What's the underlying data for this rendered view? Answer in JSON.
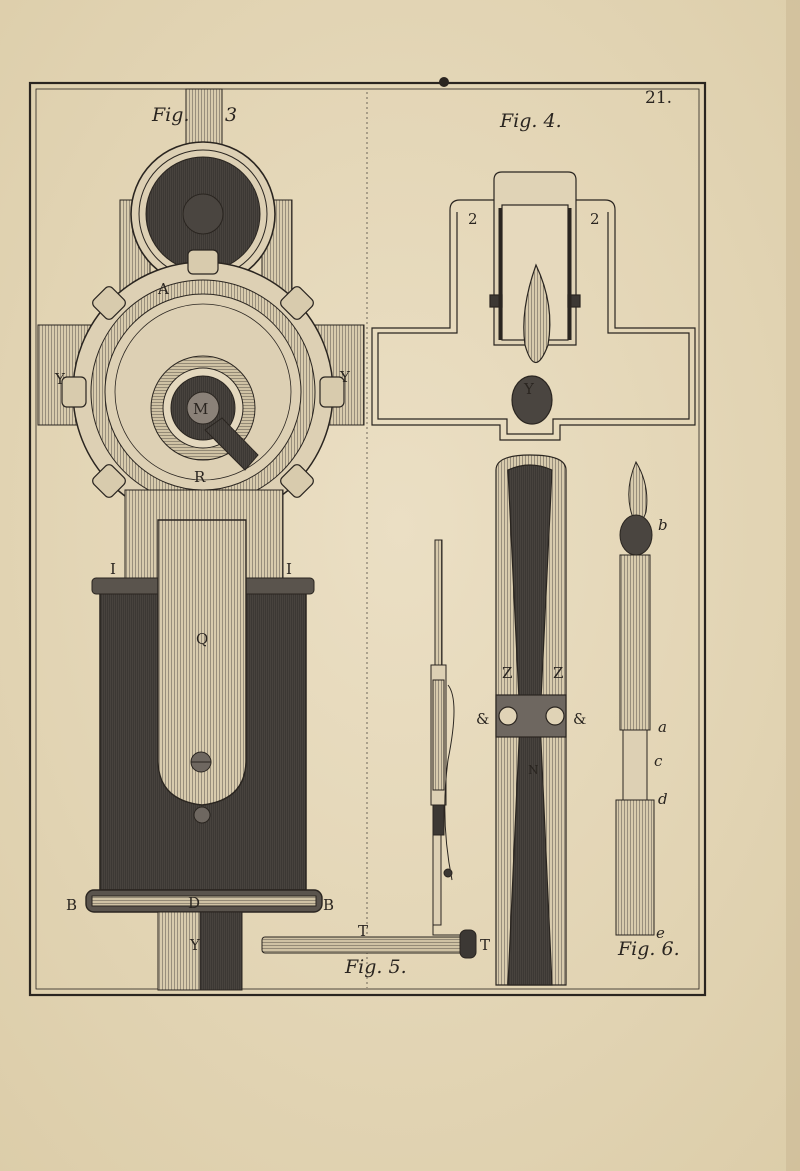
{
  "plate_number": "21.",
  "figures": {
    "fig3": {
      "caption": "Fig.",
      "number": "3"
    },
    "fig4": {
      "caption": "Fig. 4."
    },
    "fig5": {
      "caption": "Fig. 5."
    },
    "fig6": {
      "caption": "Fig. 6."
    }
  },
  "labels": {
    "A": "A",
    "M": "M",
    "R": "R",
    "Y": "Y",
    "I": "I",
    "Q": "Q",
    "B": "B",
    "D": "D",
    "T": "T",
    "two": "2",
    "Z": "Z",
    "amp": "&",
    "N": "N",
    "a": "a",
    "b": "b",
    "c": "c",
    "d": "d",
    "e": "e"
  },
  "colors": {
    "paper": "#e6d9bd",
    "ink": "#2a2520",
    "dark_fill": "#3c3834",
    "mid_fill": "#6e6760"
  }
}
